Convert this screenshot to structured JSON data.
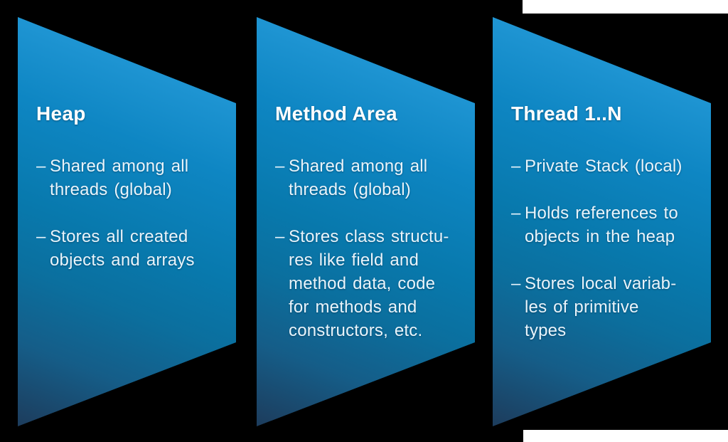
{
  "theme": {
    "backdrop_color": "#000000",
    "page_color": "#ffffff",
    "panel_gradient_top": "#2da6dd",
    "panel_gradient_mid": "#0879ad",
    "panel_gradient_bottom": "#1d3c5c",
    "title_color": "#ffffff",
    "body_text_color": "#e9f4fb"
  },
  "panels": [
    {
      "title": "Heap",
      "bullets": [
        {
          "marker": "–",
          "text": "Shared among all\nthreads (global)"
        },
        {
          "marker": "–",
          "text": "Stores all created\nobjects and arrays"
        }
      ]
    },
    {
      "title": "Method Area",
      "bullets": [
        {
          "marker": "–",
          "text": "Shared among all\nthreads (global)"
        },
        {
          "marker": "–",
          "text": "Stores class structu-\nres like field and\nmethod data, code\nfor methods and\nconstructors, etc."
        }
      ]
    },
    {
      "title": "Thread 1..N",
      "bullets": [
        {
          "marker": "–",
          "text": "Private Stack (local)"
        },
        {
          "marker": "–",
          "text": "Holds references to\nobjects in the heap"
        },
        {
          "marker": "–",
          "text": "Stores local variab-\nles of primitive\ntypes"
        }
      ]
    }
  ]
}
